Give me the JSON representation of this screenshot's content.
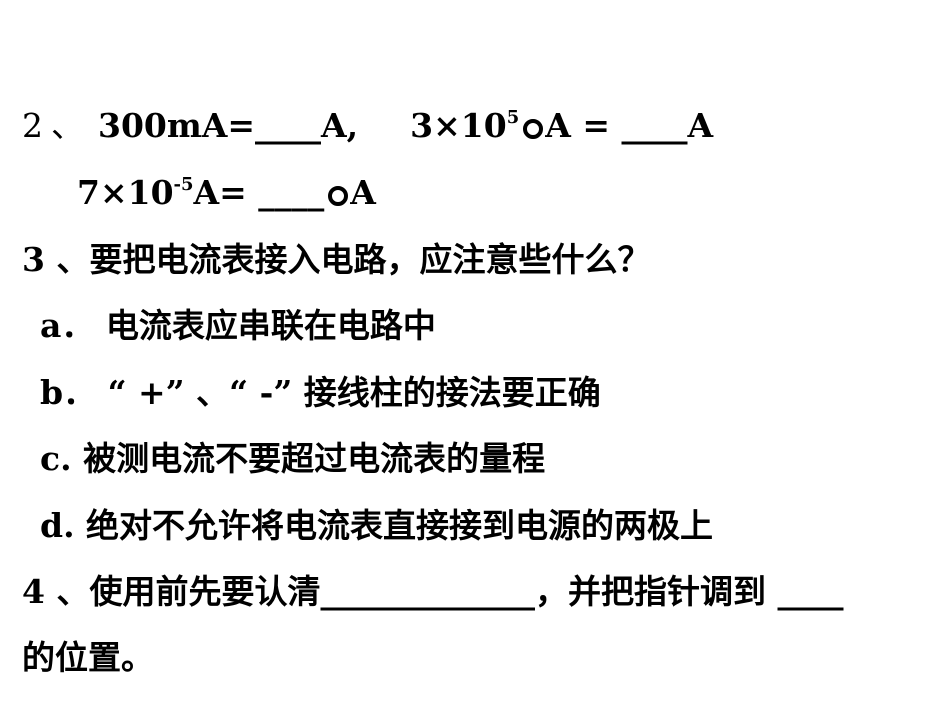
{
  "q2": {
    "num": "2",
    "sep": "、",
    "expr1": "300mA=____A,",
    "expr2_base": "3×10",
    "expr2_exp": "5",
    "expr2_rest": "A = ____A",
    "expr3_base": "7×10",
    "expr3_exp": "-5",
    "expr3_rest": "A= ____",
    "expr3_unit": "A"
  },
  "q3": {
    "question": "3 、要把电流表接入电路，应注意些什么？",
    "items": [
      "a． 电流表应串联在电路中",
      "b． “ +” 、“ -” 接线柱的接法要正确",
      "c.  被测电流不要超过电流表的量程",
      "d.  绝对不允许将电流表直接接到电源的两极上"
    ]
  },
  "q4": {
    "line1": "4 、使用前先要认清_____________，并把指针调到 ____",
    "line2": "的位置。"
  },
  "icons": {
    "micro": "micro-prefix-circle-icon"
  }
}
